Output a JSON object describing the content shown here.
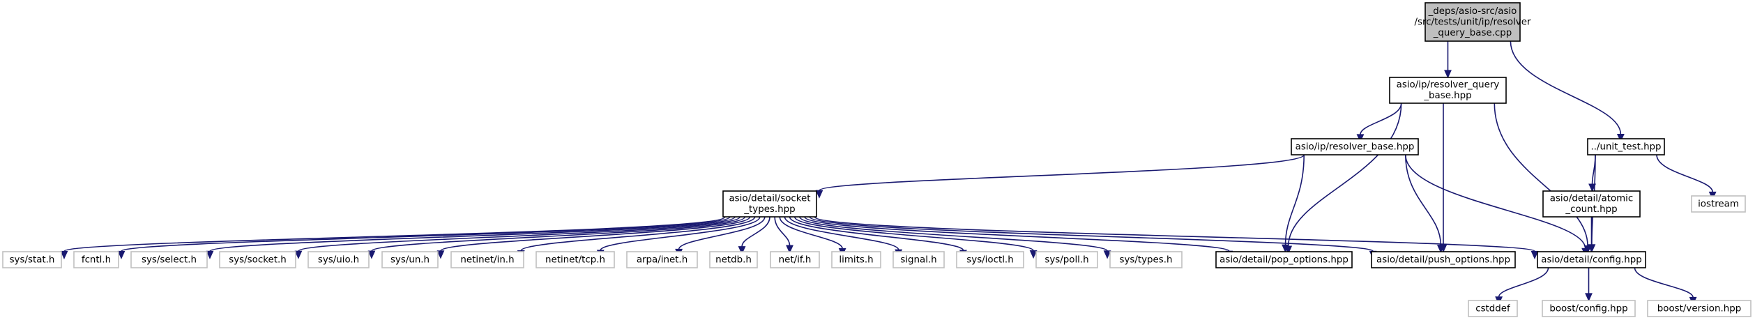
{
  "graph": {
    "title": "_deps/asio-src/asio/src/tests/unit/ip/resolver_query_base.cpp include dependency graph",
    "edge_color": "#191970",
    "root_fill": "#bfbfbf",
    "external_border": "#bfbfbf",
    "nodes": [
      {
        "id": "root",
        "lines": [
          "_deps/asio-src/asio",
          "/src/tests/unit/ip/resolver",
          "_query_base.cpp"
        ],
        "kind": "root"
      },
      {
        "id": "resolver_query_base",
        "lines": [
          "asio/ip/resolver_query",
          "_base.hpp"
        ],
        "kind": "file"
      },
      {
        "id": "unit_test",
        "lines": [
          "../unit_test.hpp"
        ],
        "kind": "file"
      },
      {
        "id": "resolver_base",
        "lines": [
          "asio/ip/resolver_base.hpp"
        ],
        "kind": "file"
      },
      {
        "id": "socket_types",
        "lines": [
          "asio/detail/socket",
          "_types.hpp"
        ],
        "kind": "file"
      },
      {
        "id": "atomic_count",
        "lines": [
          "asio/detail/atomic",
          "_count.hpp"
        ],
        "kind": "file"
      },
      {
        "id": "iostream",
        "lines": [
          "iostream"
        ],
        "kind": "external"
      },
      {
        "id": "config",
        "lines": [
          "asio/detail/config.hpp"
        ],
        "kind": "file"
      },
      {
        "id": "pop_options",
        "lines": [
          "asio/detail/pop_options.hpp"
        ],
        "kind": "file"
      },
      {
        "id": "push_options",
        "lines": [
          "asio/detail/push_options.hpp"
        ],
        "kind": "file"
      },
      {
        "id": "sys_stat",
        "lines": [
          "sys/stat.h"
        ],
        "kind": "external"
      },
      {
        "id": "fcntl",
        "lines": [
          "fcntl.h"
        ],
        "kind": "external"
      },
      {
        "id": "sys_select",
        "lines": [
          "sys/select.h"
        ],
        "kind": "external"
      },
      {
        "id": "sys_socket",
        "lines": [
          "sys/socket.h"
        ],
        "kind": "external"
      },
      {
        "id": "sys_uio",
        "lines": [
          "sys/uio.h"
        ],
        "kind": "external"
      },
      {
        "id": "sys_un",
        "lines": [
          "sys/un.h"
        ],
        "kind": "external"
      },
      {
        "id": "netinet_in",
        "lines": [
          "netinet/in.h"
        ],
        "kind": "external"
      },
      {
        "id": "netinet_tcp",
        "lines": [
          "netinet/tcp.h"
        ],
        "kind": "external"
      },
      {
        "id": "arpa_inet",
        "lines": [
          "arpa/inet.h"
        ],
        "kind": "external"
      },
      {
        "id": "netdb",
        "lines": [
          "netdb.h"
        ],
        "kind": "external"
      },
      {
        "id": "net_if",
        "lines": [
          "net/if.h"
        ],
        "kind": "external"
      },
      {
        "id": "limits",
        "lines": [
          "limits.h"
        ],
        "kind": "external"
      },
      {
        "id": "signal",
        "lines": [
          "signal.h"
        ],
        "kind": "external"
      },
      {
        "id": "sys_ioctl",
        "lines": [
          "sys/ioctl.h"
        ],
        "kind": "external"
      },
      {
        "id": "sys_poll",
        "lines": [
          "sys/poll.h"
        ],
        "kind": "external"
      },
      {
        "id": "sys_types",
        "lines": [
          "sys/types.h"
        ],
        "kind": "external"
      },
      {
        "id": "cstddef",
        "lines": [
          "cstddef"
        ],
        "kind": "external"
      },
      {
        "id": "boost_config",
        "lines": [
          "boost/config.hpp"
        ],
        "kind": "external"
      },
      {
        "id": "boost_version",
        "lines": [
          "boost/version.hpp"
        ],
        "kind": "external"
      }
    ],
    "edges": [
      {
        "from": "root",
        "to": "resolver_query_base"
      },
      {
        "from": "root",
        "to": "unit_test"
      },
      {
        "from": "resolver_query_base",
        "to": "resolver_base"
      },
      {
        "from": "resolver_query_base",
        "to": "pop_options"
      },
      {
        "from": "resolver_query_base",
        "to": "push_options"
      },
      {
        "from": "resolver_query_base",
        "to": "config"
      },
      {
        "from": "resolver_base",
        "to": "socket_types"
      },
      {
        "from": "resolver_base",
        "to": "pop_options"
      },
      {
        "from": "resolver_base",
        "to": "push_options"
      },
      {
        "from": "resolver_base",
        "to": "config"
      },
      {
        "from": "unit_test",
        "to": "atomic_count"
      },
      {
        "from": "unit_test",
        "to": "iostream"
      },
      {
        "from": "unit_test",
        "to": "config"
      },
      {
        "from": "atomic_count",
        "to": "config"
      },
      {
        "from": "socket_types",
        "to": "sys_stat"
      },
      {
        "from": "socket_types",
        "to": "fcntl"
      },
      {
        "from": "socket_types",
        "to": "sys_select"
      },
      {
        "from": "socket_types",
        "to": "sys_socket"
      },
      {
        "from": "socket_types",
        "to": "sys_uio"
      },
      {
        "from": "socket_types",
        "to": "sys_un"
      },
      {
        "from": "socket_types",
        "to": "netinet_in"
      },
      {
        "from": "socket_types",
        "to": "netinet_tcp"
      },
      {
        "from": "socket_types",
        "to": "arpa_inet"
      },
      {
        "from": "socket_types",
        "to": "netdb"
      },
      {
        "from": "socket_types",
        "to": "net_if"
      },
      {
        "from": "socket_types",
        "to": "limits"
      },
      {
        "from": "socket_types",
        "to": "signal"
      },
      {
        "from": "socket_types",
        "to": "sys_ioctl"
      },
      {
        "from": "socket_types",
        "to": "sys_poll"
      },
      {
        "from": "socket_types",
        "to": "sys_types"
      },
      {
        "from": "socket_types",
        "to": "pop_options"
      },
      {
        "from": "socket_types",
        "to": "push_options"
      },
      {
        "from": "socket_types",
        "to": "config"
      },
      {
        "from": "config",
        "to": "cstddef"
      },
      {
        "from": "config",
        "to": "boost_config"
      },
      {
        "from": "config",
        "to": "boost_version"
      }
    ]
  }
}
